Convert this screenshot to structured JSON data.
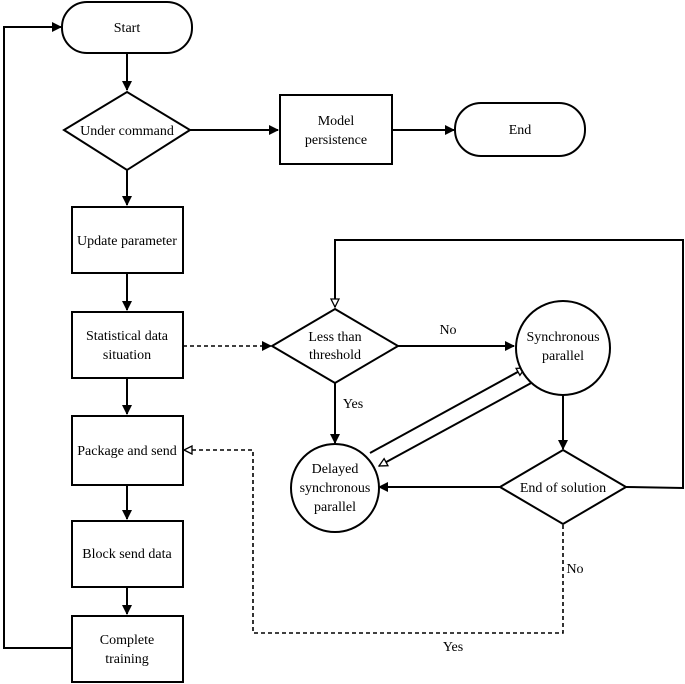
{
  "nodes": {
    "start": "Start",
    "under_command": "Under command",
    "model_persistence": [
      "Model",
      "persistence"
    ],
    "end": "End",
    "update_parameter": "Update parameter",
    "statistical_data": [
      "Statistical data",
      "situation"
    ],
    "package_send": "Package and send",
    "block_send": "Block send data",
    "complete_training": [
      "Complete",
      "training"
    ],
    "less_than_threshold": [
      "Less than",
      "threshold"
    ],
    "synchronous_parallel": [
      "Synchronous",
      "parallel"
    ],
    "delayed_sync": [
      "Delayed",
      "synchronous",
      "parallel"
    ],
    "end_of_solution": "End of solution"
  },
  "edge_labels": {
    "no_threshold": "No",
    "yes_threshold": "Yes",
    "no_solution": "No",
    "yes_bottom": "Yes"
  }
}
